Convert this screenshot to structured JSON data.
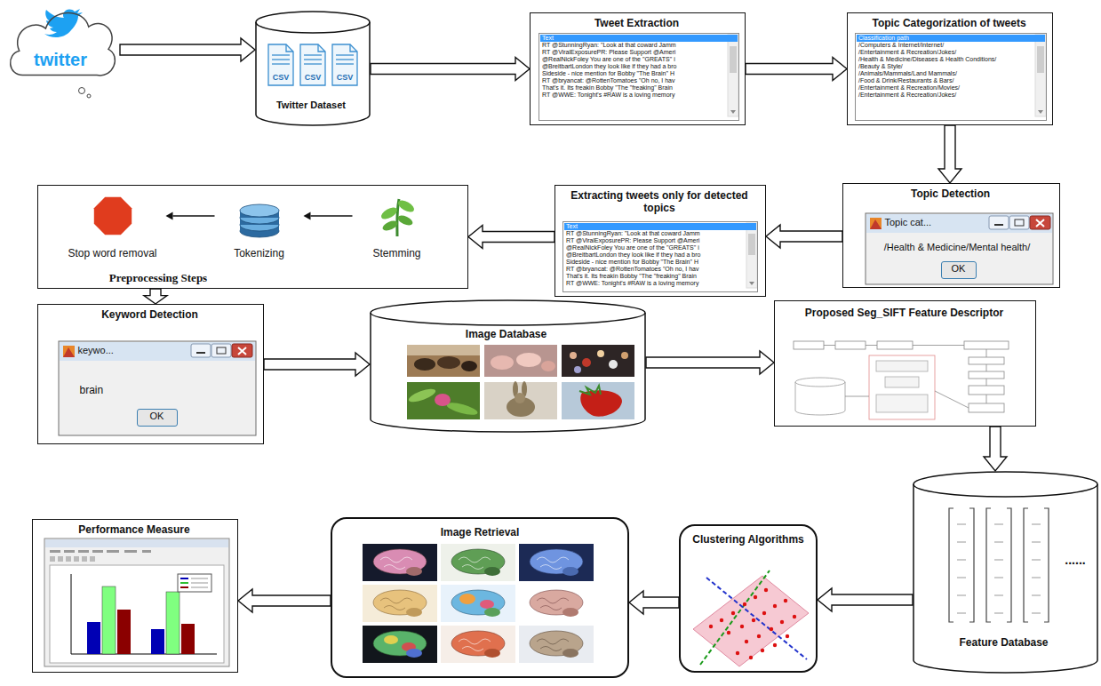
{
  "diagram": {
    "nodes": [
      {
        "text": [
          "twitter"
        ]
      },
      {
        "text": [
          "CSV",
          "CSV",
          "CSV",
          "Twitter Dataset"
        ]
      },
      {
        "text": [
          "Tweet Extraction"
        ]
      },
      {
        "text": [
          "Text",
          "RT @StunningRyan: \"Look at that coward Jamm",
          "RT @ViralExposurePR: Please Support @Ameri",
          "@RealNickFoley You are one of the \"GREATS\" i",
          "@BreitbartLondon they look like if they had a bro",
          "Sideside - nice mention for Bobby \"The Brain\" H",
          "RT @bryancat: @RottenTomatoes \"Oh no, I hav",
          "That's it. Its freakin Bobby \"The \"freaking\" Brain",
          "RT @WWE: Tonight's #RAW is a loving memory"
        ],
        "in": 2
      },
      {
        "text": [
          "Topic Categorization of tweets"
        ]
      },
      {
        "text": [
          "Classification path",
          "/Computers & Internet/Internet/",
          "/Entertainment & Recreation/Jokes/",
          "/Health & Medicine/Diseases & Health Conditions/",
          "/Beauty & Style/",
          "/Animals/Mammals/Land Mammals/",
          "/Food & Drink/Restaurants & Bars/",
          "/Entertainment & Recreation/Movies/",
          "/Entertainment & Recreation/Jokes/"
        ],
        "in": 4
      },
      {
        "text": [
          "Topic Detection"
        ]
      },
      {
        "text": [
          "Topic cat...",
          "/Health & Medicine/Mental health/"
        ],
        "in": 6
      },
      {
        "text": [
          "OK"
        ],
        "in": 7
      },
      {
        "text": [
          "Extracting tweets only for detected topics"
        ]
      },
      {
        "text": [
          "Text",
          "RT @StunningRyan: \"Look at that coward Jamm",
          "RT @ViralExposurePR: Please Support @Ameri",
          "@RealNickFoley You are one of the \"GREATS\" i",
          "@BreitbartLondon they look like if they had a bro",
          "Sideside - nice mention for Bobby \"The Brain\" H",
          "RT @bryancat: @RottenTomatoes \"Oh no, I hav",
          "That's it. Its freakin Bobby \"The \"freaking\" Brain",
          "RT @WWE: Tonight's #RAW is a loving memory"
        ],
        "in": 9
      },
      {
        "text": [
          "Preprocessing Steps"
        ]
      },
      {
        "text": [
          "Stop word removal"
        ],
        "in": 11
      },
      {
        "text": [
          "Tokenizing"
        ],
        "in": 11
      },
      {
        "text": [
          "Stemming"
        ],
        "in": 11
      },
      {
        "text": [
          "Keyword Detection"
        ]
      },
      {
        "text": [
          "keywo...",
          "brain"
        ],
        "in": 15
      },
      {
        "text": [
          "OK"
        ],
        "in": 16
      },
      {
        "text": [
          "Image Database"
        ]
      },
      {
        "text": [
          "Proposed Seg_SIFT Feature Descriptor"
        ]
      },
      {
        "text": [
          "......",
          "Feature Database"
        ]
      },
      {
        "text": [
          "Clustering Algorithms"
        ]
      },
      {
        "text": [
          "Image Retrieval"
        ]
      },
      {
        "text": [
          "Performance Measure"
        ]
      }
    ],
    "edges": [
      {
        "from": 0,
        "to": 1,
        "arrow": "to"
      },
      {
        "from": 1,
        "to": 2,
        "arrow": "to"
      },
      {
        "from": 2,
        "to": 4,
        "arrow": "to"
      },
      {
        "from": 4,
        "to": 6,
        "arrow": "to"
      },
      {
        "from": 6,
        "to": 9,
        "arrow": "to"
      },
      {
        "from": 9,
        "to": 11,
        "arrow": "to"
      },
      {
        "from": 14,
        "to": 13,
        "arrow": "to"
      },
      {
        "from": 13,
        "to": 12,
        "arrow": "to"
      },
      {
        "from": 11,
        "to": 15,
        "arrow": "to"
      },
      {
        "from": 15,
        "to": 18,
        "arrow": "to"
      },
      {
        "from": 18,
        "to": 19,
        "arrow": "to"
      },
      {
        "from": 19,
        "to": 20,
        "arrow": "to"
      },
      {
        "from": 20,
        "to": 21,
        "arrow": "to"
      },
      {
        "from": 21,
        "to": 22,
        "arrow": "to"
      },
      {
        "from": 22,
        "to": 23,
        "arrow": "to"
      }
    ]
  }
}
